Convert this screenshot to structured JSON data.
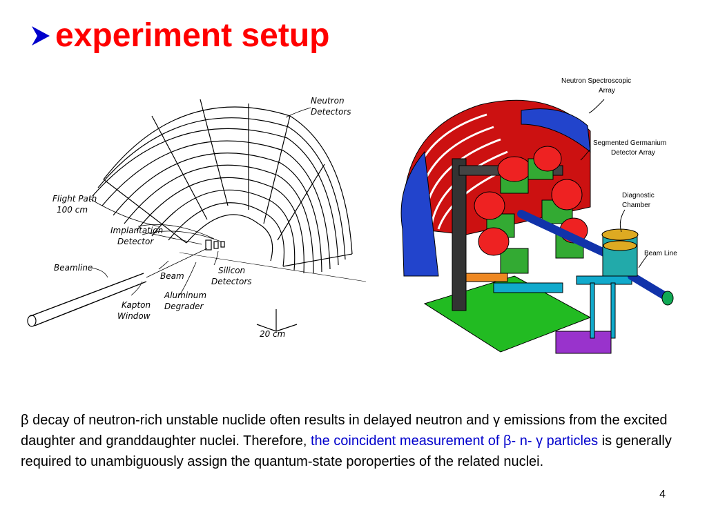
{
  "slide": {
    "title": "experiment setup",
    "page_number": "4"
  },
  "left_figure": {
    "labels": {
      "neutron_detectors_1": "Neutron",
      "neutron_detectors_2": "Detectors",
      "flight_path_1": "Flight Path",
      "flight_path_2": "100  cm",
      "implantation_1": "Implantation",
      "implantation_2": "Detector",
      "beamline": "Beamline",
      "beam": "Beam",
      "silicon_1": "Silicon",
      "silicon_2": "Detectors",
      "kapton_1": "Kapton",
      "kapton_2": "Window",
      "aluminum_1": "Aluminum",
      "aluminum_2": "Degrader",
      "scale": "20  cm"
    }
  },
  "right_figure": {
    "labels": {
      "nsa_1": "Neutron Spectroscopic",
      "nsa_2": "Array",
      "sgda_1": "Segmented Germanium",
      "sgda_2": "Detector Array",
      "diag_1": "Diagnostic",
      "diag_2": "Chamber",
      "beam_line": "Beam Line"
    }
  },
  "body": {
    "beta": "β",
    "seg1": " decay of neutron-rich unstable nuclide often results in delayed neutron and ",
    "gamma1": "γ",
    "seg2": " emissions from the excited daughter and granddaughter nuclei. Therefore, ",
    "hl1": "the coincident measurement of ",
    "beta2": "β",
    "hl2": "- n- ",
    "gamma2": "γ",
    "hl3": " particles",
    "seg3": " is generally required to unambiguously assign the quantum-state poroperties of the related nuclei."
  },
  "colors": {
    "title": "#ff0000",
    "highlight": "#0000cc",
    "bullet": "#0000cc"
  },
  "icons": {
    "bullet": "arrow-bullet-icon"
  }
}
